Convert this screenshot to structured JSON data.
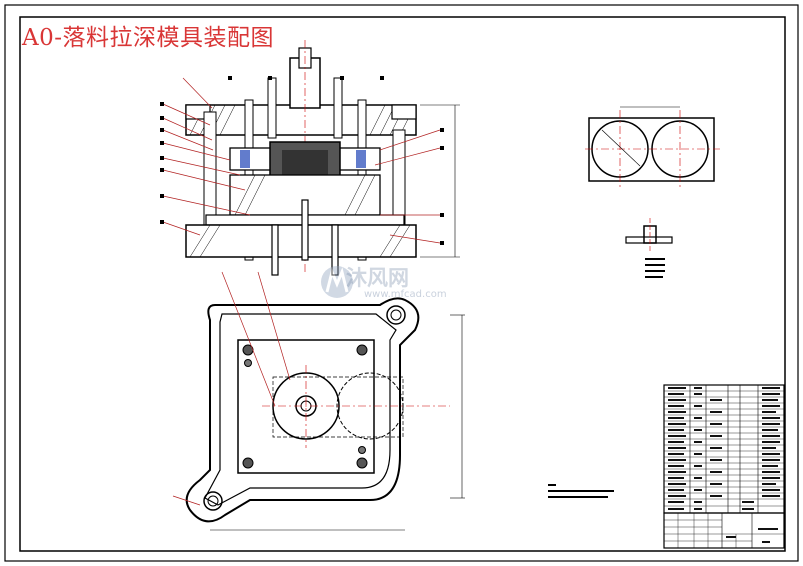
{
  "drawing": {
    "title": "A0-落料拉深模具装配图",
    "watermark_text": "沐风网",
    "watermark_url": "www.mfcad.com"
  },
  "colors": {
    "title": "#d93636",
    "outline": "#000000",
    "hatch": "#000000",
    "centerline": "#cc0000",
    "leader": "#b22222",
    "part_fill": "#444444",
    "blue_part": "#3b5bbf",
    "watermark": "#7f8fa8"
  },
  "icons": {
    "watermark_logo": "mfcad-logo-icon"
  }
}
